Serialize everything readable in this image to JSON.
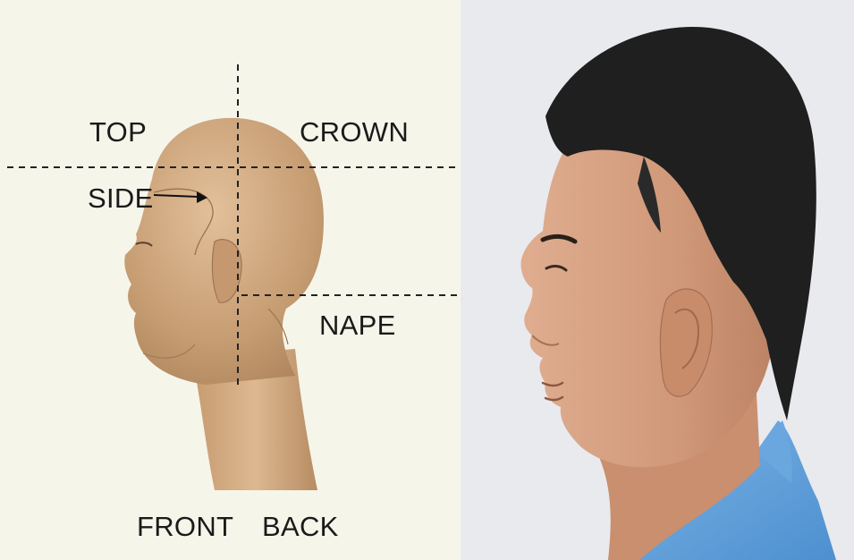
{
  "diagram": {
    "labels": {
      "top": "TOP",
      "crown": "CROWN",
      "side": "SIDE",
      "nape": "NAPE",
      "front": "FRONT",
      "back": "BACK"
    },
    "colors": {
      "left_background": "#f6f5ea",
      "right_background": "#e9eaee",
      "skin_mannequin": "#c9a27a",
      "skin_photo": "#d6a184",
      "hair": "#1f1f1f",
      "shirt": "#5b9fdc",
      "guide_line": "#222222",
      "text": "#1a1a1a"
    }
  }
}
